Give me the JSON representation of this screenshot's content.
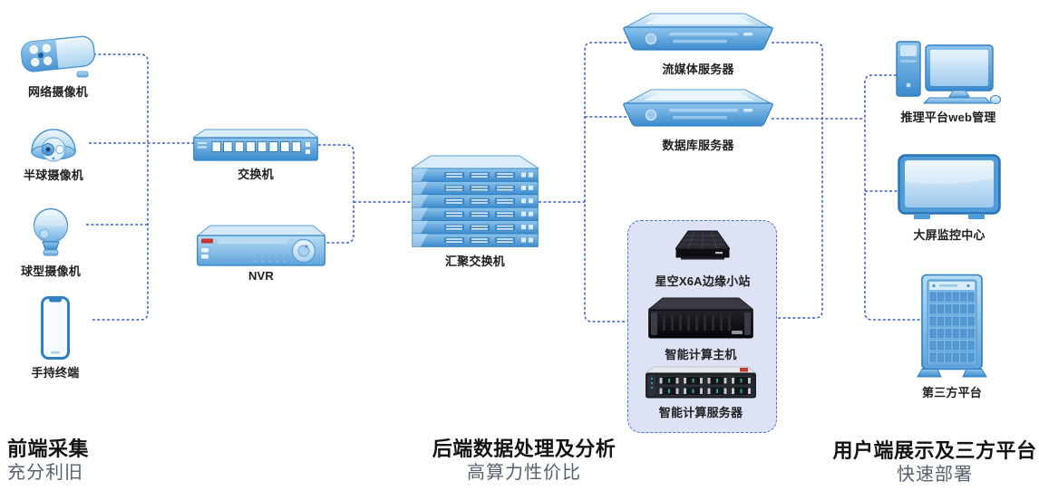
{
  "captions": {
    "frontend": {
      "title": "前端采集",
      "subtitle": "充分利旧"
    },
    "backend": {
      "title": "后端数据处理及分析",
      "subtitle": "高算力性价比"
    },
    "client": {
      "title": "用户端展示及三方平台",
      "subtitle": "快速部署"
    }
  },
  "nodes": {
    "ip_camera": {
      "label": "网络摄像机"
    },
    "dome_camera": {
      "label": "半球摄像机"
    },
    "ptz_camera": {
      "label": "球型摄像机"
    },
    "handheld": {
      "label": "手持终端"
    },
    "switch": {
      "label": "交换机"
    },
    "nvr": {
      "label": "NVR"
    },
    "agg_switch": {
      "label": "汇聚交换机"
    },
    "stream_server": {
      "label": "流媒体服务器"
    },
    "db_server": {
      "label": "数据库服务器"
    },
    "edge_station": {
      "label": "星空X6A边缘小站"
    },
    "ai_host": {
      "label": "智能计算主机"
    },
    "ai_server": {
      "label": "智能计算服务器"
    },
    "web_mgmt": {
      "label": "推理平台web管理"
    },
    "big_screen": {
      "label": "大屏监控中心"
    },
    "third_party": {
      "label": "第三方平台"
    }
  },
  "colors": {
    "line": "#3b5cc3",
    "group_box_fill": "#dde3f5",
    "group_box_border": "#4e6fd2",
    "device_blue": "#3c8bcd",
    "title_text": "#141414",
    "subtitle_text": "#57626e"
  }
}
